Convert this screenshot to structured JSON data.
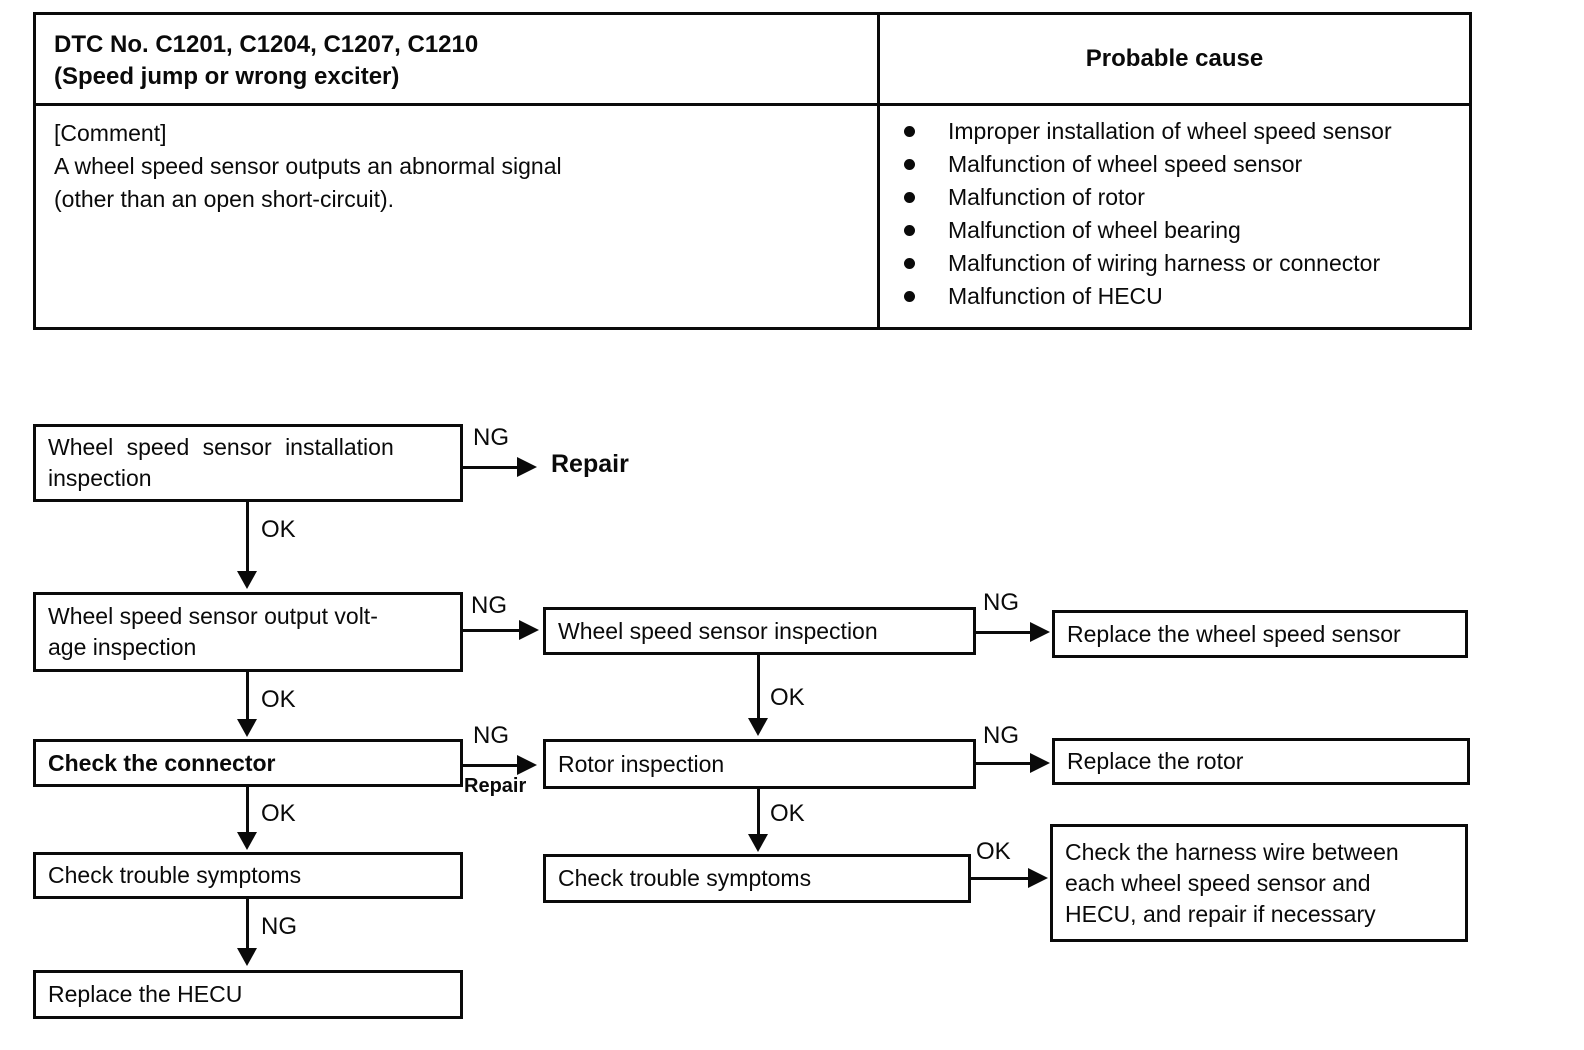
{
  "table": {
    "dtc_title": "DTC No. C1201, C1204, C1207, C1210\n(Speed jump or wrong exciter)",
    "probable_cause_header": "Probable cause",
    "comment": "[Comment]\nA wheel speed sensor outputs an abnormal signal\n(other than an open short-circuit).",
    "causes": [
      "Improper installation of wheel speed sensor",
      "Malfunction of wheel speed sensor",
      "Malfunction of rotor",
      "Malfunction of wheel bearing",
      "Malfunction of wiring harness or connector",
      "Malfunction of HECU"
    ]
  },
  "flowchart": {
    "labels": {
      "ng": "NG",
      "ok": "OK",
      "repair": "Repair"
    },
    "boxes": {
      "installation_inspection": "Wheel speed sensor installation\ninspection",
      "output_voltage_inspection": "Wheel speed sensor output volt-\nage inspection",
      "wheel_speed_sensor_inspection": "Wheel speed sensor inspection",
      "replace_wheel_speed_sensor": "Replace the wheel speed sensor",
      "check_connector": "Check the connector",
      "rotor_inspection": "Rotor inspection",
      "replace_rotor": "Replace the rotor",
      "check_trouble_symptoms_left": "Check trouble symptoms",
      "check_trouble_symptoms_mid": "Check trouble symptoms",
      "harness_wire": "Check the harness wire between\neach wheel speed sensor and\nHECU, and repair if necessary",
      "replace_hecu": "Replace the HECU"
    }
  }
}
